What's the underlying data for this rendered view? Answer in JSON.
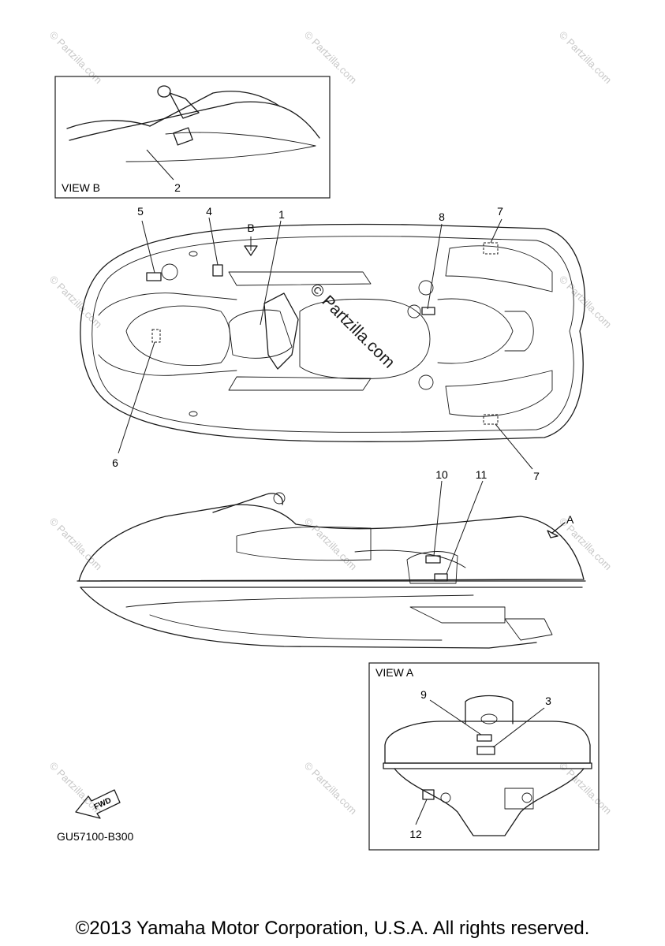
{
  "views": {
    "view_b_label": "VIEW B",
    "view_a_label": "VIEW A",
    "view_arrow_a": "A",
    "view_arrow_b": "B"
  },
  "callouts": {
    "c1": "1",
    "c2": "2",
    "c3": "3",
    "c4": "4",
    "c5": "5",
    "c6": "6",
    "c7": "7",
    "c8": "8",
    "c9": "9",
    "c10": "10",
    "c11": "11",
    "c12": "12"
  },
  "fwd_label": "FWD",
  "diagram_code": "GU57100-B300",
  "watermark": {
    "text": "© Partzilla.com",
    "center_text": "© Partzilla.com"
  },
  "copyright": "©2013 Yamaha Motor Corporation, U.S.A. All rights reserved.",
  "colors": {
    "line": "#1a1a1a",
    "watermark": "#c8c8c8",
    "background": "#ffffff"
  }
}
